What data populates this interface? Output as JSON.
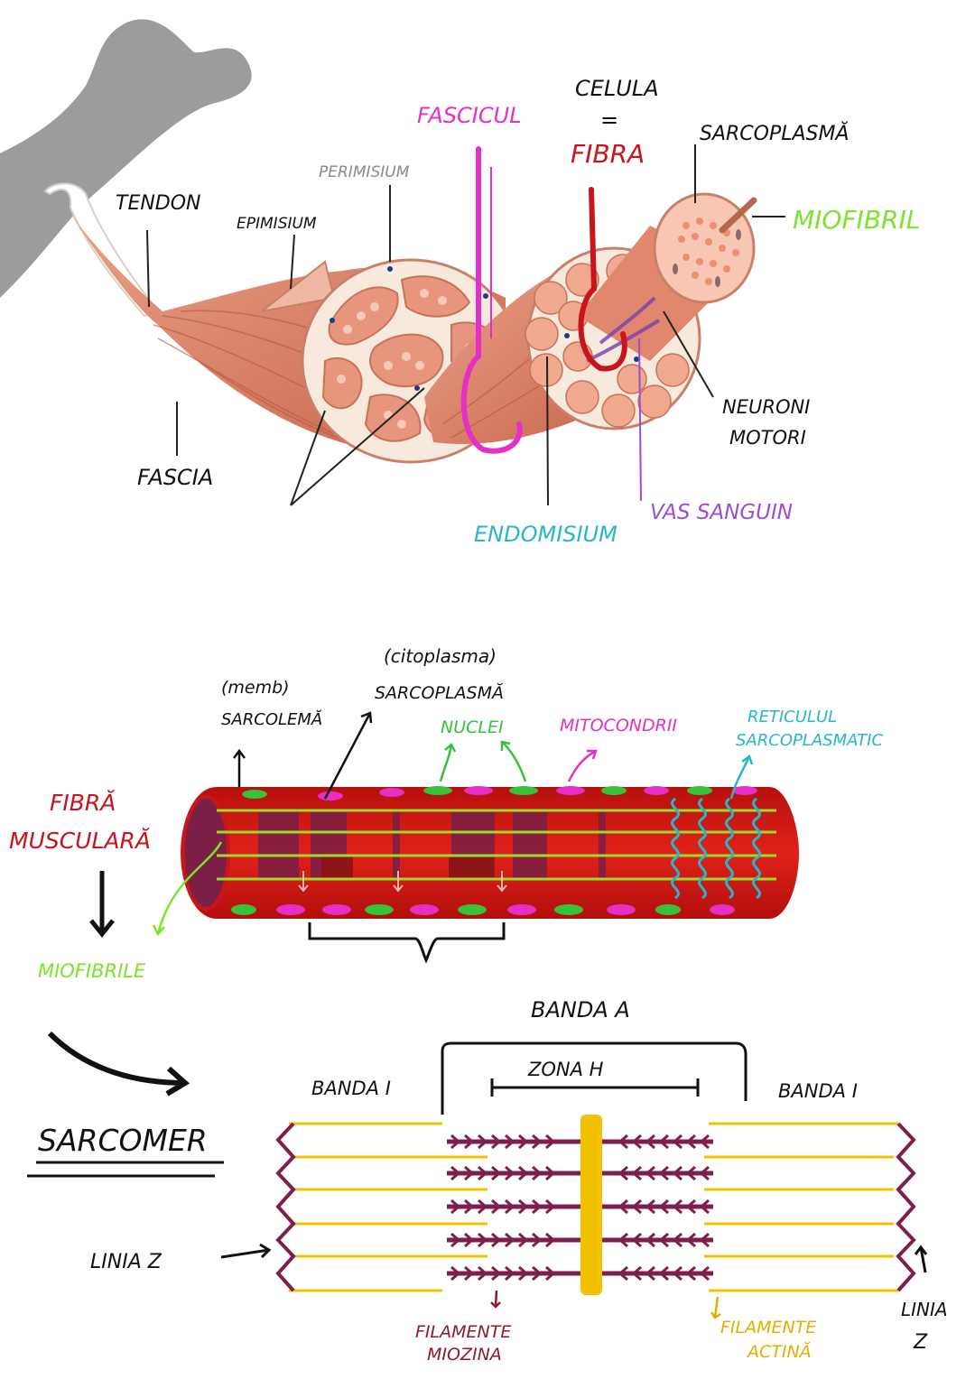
{
  "colors": {
    "muscle": "#e89a80",
    "muscle_dark": "#c9694e",
    "fiber_red": "#d81b14",
    "myofibril_purple": "#7a1f45",
    "sarcomere_purple": "#7d1f4e",
    "actin_yellow": "#f2c200",
    "magenta": "#e52fc7",
    "cyan": "#27b7c9",
    "lime": "#7ee32c",
    "purple": "#9a4fd0",
    "grey": "#9a9a9a"
  },
  "muscle_diagram": {
    "labels": {
      "tendon": "TENDON",
      "epimisium": "EPIMISIUM",
      "perimisium": "PERIMISIUM",
      "fascicul": "FASCICUL",
      "celula": "CELULA",
      "equals": "=",
      "fibra": "FIBRA",
      "sarcoplasma": "SARCOPLASMĂ",
      "miofibril": "MIOFIBRIL",
      "neuroni_line1": "NEURONI",
      "neuroni_line2": "MOTORI",
      "fascia": "FASCIA",
      "vas_sanguin": "VAS SANGUIN",
      "endomisium": "ENDOMISIUM"
    }
  },
  "fiber_diagram": {
    "labels": {
      "memb": "(memb)",
      "sarcolema": "SARCOLEMĂ",
      "citoplasma": "(citoplasma)",
      "sarcoplasma": "SARCOPLASMĂ",
      "nuclei": "NUCLEI",
      "mitocondrii": "MITOCONDRII",
      "reticulul_line1": "RETICULUL",
      "reticulul_line2": "SARCOPLASMATIC",
      "fibra_line1": "FIBRĂ",
      "fibra_line2": "MUSCULARĂ",
      "miofibrile": "MIOFIBRILE"
    }
  },
  "sarcomere_diagram": {
    "title": "SARCOMER",
    "labels": {
      "banda_a": "BANDA A",
      "zona_h": "ZONA H",
      "banda_i_left": "BANDA I",
      "banda_i_right": "BANDA I",
      "linia_z_left": "LINIA Z",
      "linia_z_right_line1": "LINIA",
      "linia_z_right_line2": "Z",
      "filamente_miozina_line1": "FILAMENTE",
      "filamente_miozina_line2": "MIOZINA",
      "filamente_actina_line1": "FILAMENTE",
      "filamente_actina_line2": "ACTINĂ"
    }
  }
}
